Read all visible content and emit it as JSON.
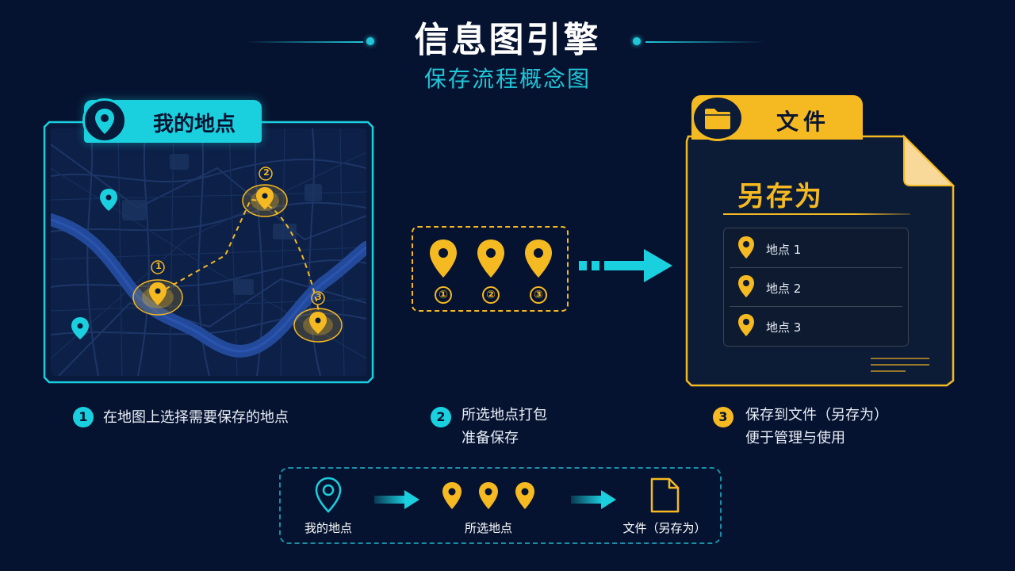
{
  "header": {
    "title": "信息图引擎",
    "subtitle": "保存流程概念图"
  },
  "map_panel": {
    "label": "我的地点",
    "markers": [
      {
        "id": "1",
        "label": "①"
      },
      {
        "id": "2",
        "label": "②"
      },
      {
        "id": "3",
        "label": "③"
      }
    ]
  },
  "pack_panel": {
    "numbers": [
      "①",
      "②",
      "③"
    ]
  },
  "file_panel": {
    "tab_label": "文件",
    "title": "另存为",
    "locations": [
      "地点 1",
      "地点 2",
      "地点 3"
    ]
  },
  "steps": [
    {
      "num": "1",
      "lines": [
        "在地图上选择需要保存的地点"
      ]
    },
    {
      "num": "2",
      "lines": [
        "所选地点打包",
        "准备保存"
      ]
    },
    {
      "num": "3",
      "lines": [
        "保存到文件（另存为）",
        "便于管理与使用"
      ]
    }
  ],
  "flow": {
    "items": [
      "我的地点",
      "所选地点",
      "文件（另存为）"
    ]
  },
  "colors": {
    "background": "#061330",
    "cyan": "#1ad0df",
    "gold": "#f5b921"
  }
}
